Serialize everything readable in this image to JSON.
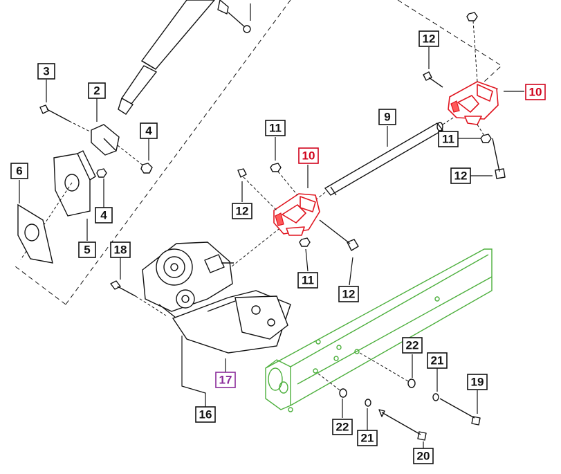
{
  "diagram": {
    "type": "exploded-parts-diagram",
    "callouts": [
      {
        "id": "c2",
        "label": "2"
      },
      {
        "id": "c3",
        "label": "3"
      },
      {
        "id": "c4a",
        "label": "4"
      },
      {
        "id": "c4b",
        "label": "4"
      },
      {
        "id": "c5",
        "label": "5"
      },
      {
        "id": "c6",
        "label": "6"
      },
      {
        "id": "c9",
        "label": "9"
      },
      {
        "id": "c10a",
        "label": "10"
      },
      {
        "id": "c10b",
        "label": "10"
      },
      {
        "id": "c11a",
        "label": "11"
      },
      {
        "id": "c11b",
        "label": "11"
      },
      {
        "id": "c11c",
        "label": "11"
      },
      {
        "id": "c12a",
        "label": "12"
      },
      {
        "id": "c12b",
        "label": "12"
      },
      {
        "id": "c12c",
        "label": "12"
      },
      {
        "id": "c12d",
        "label": "12"
      },
      {
        "id": "c16",
        "label": "16"
      },
      {
        "id": "c17",
        "label": "17"
      },
      {
        "id": "c18",
        "label": "18"
      },
      {
        "id": "c19",
        "label": "19"
      },
      {
        "id": "c20",
        "label": "20"
      },
      {
        "id": "c21a",
        "label": "21"
      },
      {
        "id": "c21b",
        "label": "21"
      },
      {
        "id": "c22a",
        "label": "22"
      },
      {
        "id": "c22b",
        "label": "22"
      }
    ],
    "highlight_colors": {
      "universal_joint": "#e0141e",
      "frame_rail": "#4caf3c",
      "bracket_callout": "#8a2b9a"
    }
  }
}
